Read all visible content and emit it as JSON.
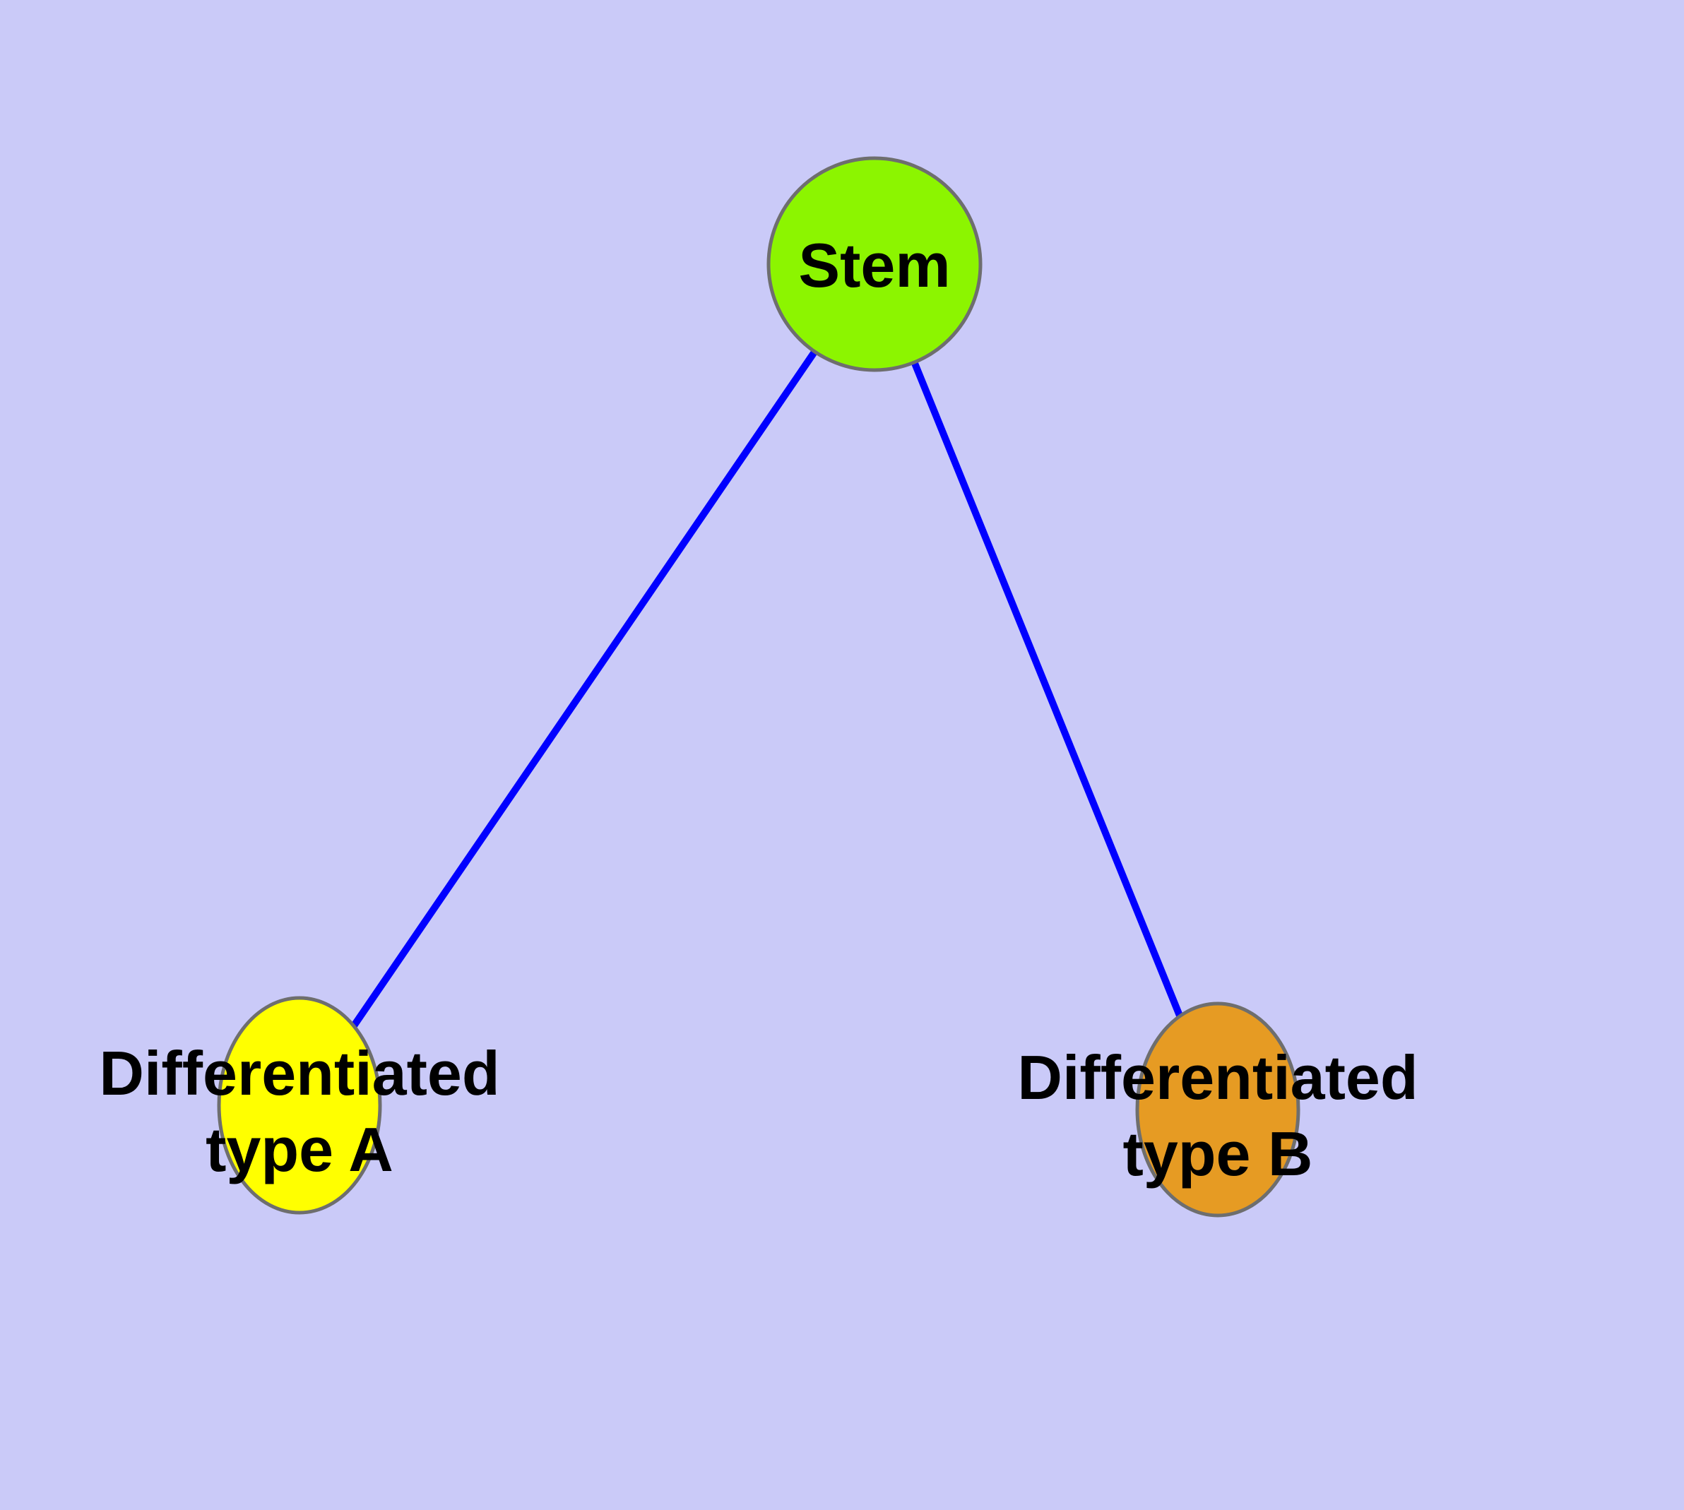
{
  "diagram": {
    "type": "node-link-diagram",
    "description": "Stem cell differentiation tree with one root node and two child nodes",
    "colors": {
      "background": "#cacaf8",
      "edge": "#0000ff",
      "node_border": "#6e6e6e",
      "label_text": "#000000",
      "stem_fill": "#8cf500",
      "type_a_fill": "#ffff00",
      "type_b_fill": "#e69b23"
    },
    "nodes": [
      {
        "id": "stem",
        "label": "Stem",
        "lines": [
          "Stem"
        ],
        "fill": "#8cf500"
      },
      {
        "id": "differentiated-type-a",
        "label": "Differentiated type A",
        "lines": [
          "Differentiated",
          "type A"
        ],
        "fill": "#ffff00"
      },
      {
        "id": "differentiated-type-b",
        "label": "Differentiated type B",
        "lines": [
          "Differentiated",
          "type B"
        ],
        "fill": "#e69b23"
      }
    ],
    "edges": [
      {
        "from": "stem",
        "to": "differentiated-type-a"
      },
      {
        "from": "stem",
        "to": "differentiated-type-b"
      }
    ]
  }
}
